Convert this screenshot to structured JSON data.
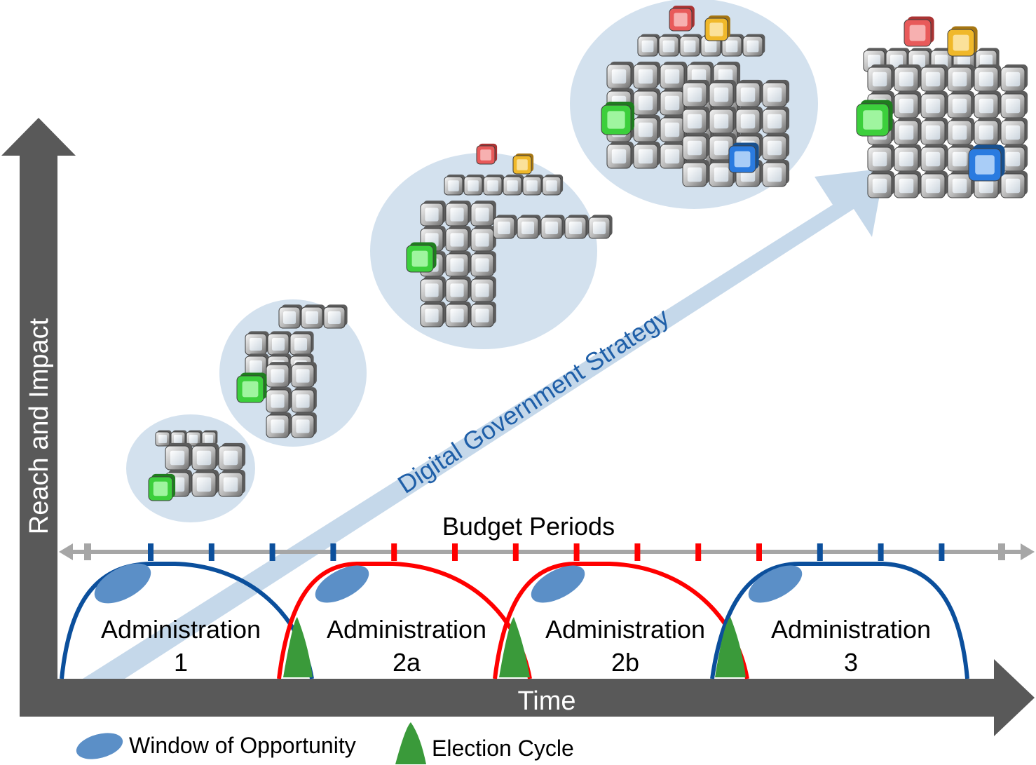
{
  "axes": {
    "y_label": "Reach and Impact",
    "x_label": "Time"
  },
  "strategy_label": "Digital Government Strategy",
  "budget": {
    "label": "Budget Periods",
    "tick_colors": [
      "blue",
      "blue",
      "blue",
      "blue",
      "red",
      "red",
      "red",
      "red",
      "red",
      "red",
      "red",
      "blue",
      "blue",
      "blue"
    ]
  },
  "administrations": [
    {
      "line1": "Administration",
      "line2": "1",
      "color": "blue"
    },
    {
      "line1": "Administration",
      "line2": "2a",
      "color": "red"
    },
    {
      "line1": "Administration",
      "line2": "2b",
      "color": "red"
    },
    {
      "line1": "Administration",
      "line2": "3",
      "color": "blue"
    }
  ],
  "legend": {
    "window": "Window of Opportunity",
    "election": "Election Cycle"
  },
  "colors": {
    "axis": "#595959",
    "blue": "#0b4f9c",
    "red": "#ff0000",
    "tick_blue": "#0b4f9c",
    "tick_red": "#ff0000",
    "window": "#5b8fc7",
    "election": "#3a9a3a",
    "bubble": "#d3e1ee",
    "strategy_arrow": "#c5d8ea",
    "strategy_text": "#1f5fa8",
    "budget_line": "#a6a6a6"
  }
}
